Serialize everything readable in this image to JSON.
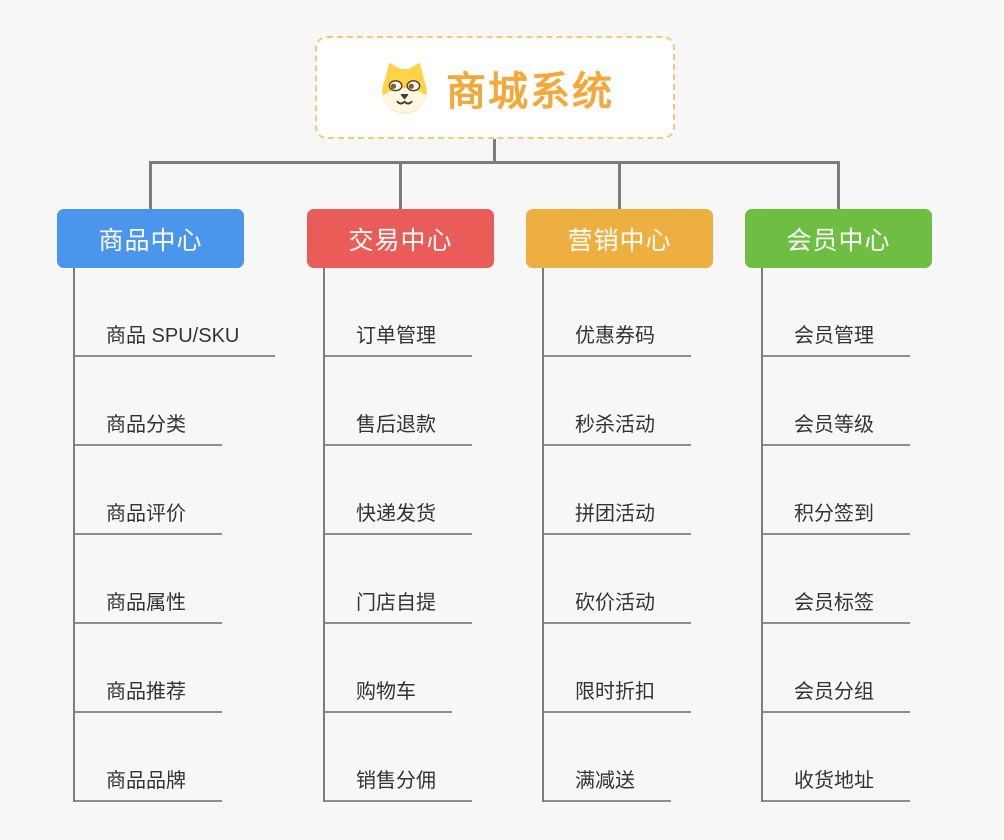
{
  "root": {
    "title": "商城系统",
    "icon": "dog-face"
  },
  "branches": [
    {
      "id": "product-center",
      "label": "商品中心",
      "color": "#4A96EC",
      "items": [
        "商品 SPU/SKU",
        "商品分类",
        "商品评价",
        "商品属性",
        "商品推荐",
        "商品品牌"
      ]
    },
    {
      "id": "trade-center",
      "label": "交易中心",
      "color": "#E95C57",
      "items": [
        "订单管理",
        "售后退款",
        "快递发货",
        "门店自提",
        "购物车",
        "销售分佣"
      ]
    },
    {
      "id": "marketing-center",
      "label": "营销中心",
      "color": "#EDAF40",
      "items": [
        "优惠券码",
        "秒杀活动",
        "拼团活动",
        "砍价活动",
        "限时折扣",
        "满减送"
      ]
    },
    {
      "id": "member-center",
      "label": "会员中心",
      "color": "#6EBE44",
      "items": [
        "会员管理",
        "会员等级",
        "积分签到",
        "会员标签",
        "会员分组",
        "收货地址"
      ]
    }
  ],
  "colors": {
    "background": "#F7F7F7",
    "connector_line": "#7C7C7C",
    "leaf_underline": "#8E8E8E",
    "leaf_text": "#333333",
    "root_accent": "#F2A93B",
    "root_border": "#F7C878"
  }
}
